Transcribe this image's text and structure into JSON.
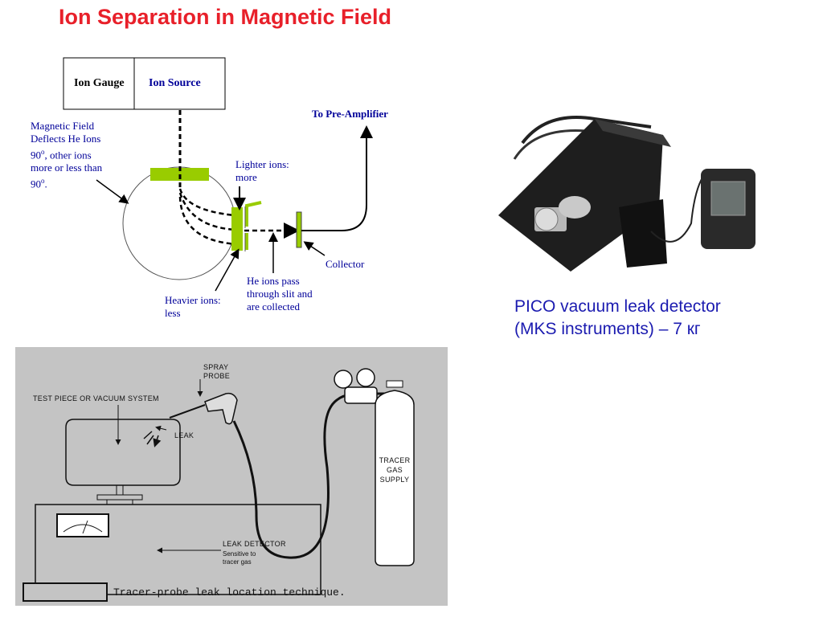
{
  "title": "Ion Separation in Magnetic Field",
  "ion_diagram": {
    "ion_gauge": "Ion Gauge",
    "ion_source": "Ion Source",
    "to_preamp": "To Pre-Amplifier",
    "magnetic_field_lines": [
      "Magnetic Field",
      "Deflects He Ions",
      "90",
      "o",
      ", other ions",
      "more or less than",
      "90",
      "o",
      "."
    ],
    "lighter_ions": [
      "Lighter ions:",
      "more"
    ],
    "collector": "Collector",
    "he_ions": [
      "He ions pass",
      "through slit and",
      "are collected"
    ],
    "heavier_ions": [
      "Heavier ions:",
      "less"
    ],
    "colors": {
      "magnet": "#99cc00",
      "text": "#000099"
    }
  },
  "detector_photo": {
    "caption_line1": "PICO vacuum leak detector",
    "caption_line2": "(MKS instruments) – 7 кг"
  },
  "tracer_diagram": {
    "spray_probe": [
      "SPRAY",
      "PROBE"
    ],
    "test_piece": "TEST PIECE OR VACUUM SYSTEM",
    "leak": "LEAK",
    "tracer_gas": [
      "TRACER",
      "GAS",
      "SUPPLY"
    ],
    "leak_detector": "LEAK DETECTOR",
    "sensitive": [
      "Sensitive to",
      "tracer gas"
    ],
    "caption": "Tracer-probe leak location technique."
  }
}
